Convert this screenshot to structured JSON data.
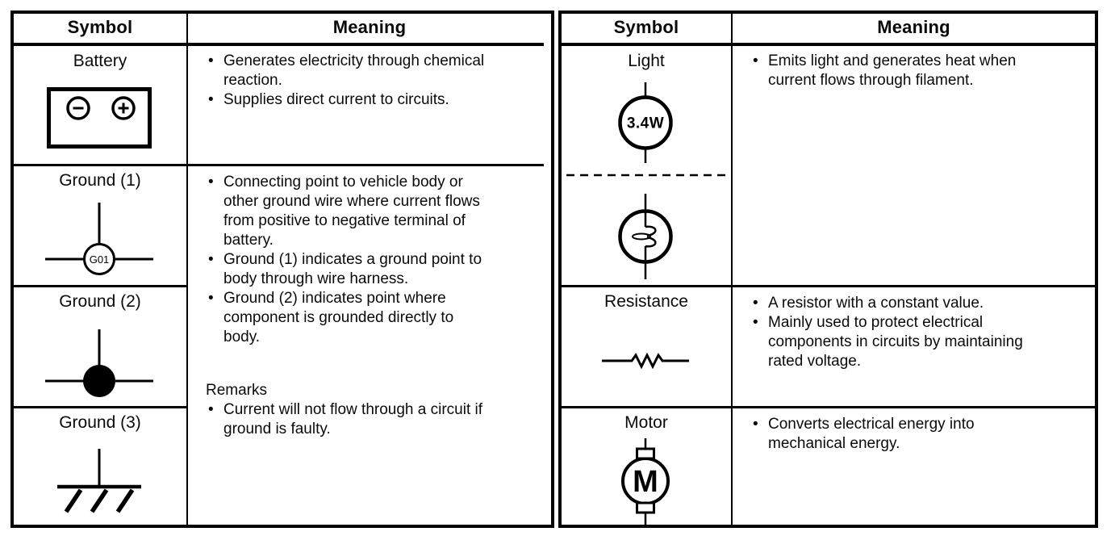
{
  "colors": {
    "line": "#000000",
    "text": "#0a0a0a",
    "background": "#ffffff"
  },
  "left_table": {
    "header": {
      "symbol": "Symbol",
      "meaning": "Meaning"
    },
    "rows": {
      "battery": {
        "label": "Battery",
        "meaning_bullets": [
          "Generates electricity through chemical reaction.",
          "Supplies direct current to circuits."
        ]
      },
      "ground1": {
        "label": "Ground (1)",
        "ground_tag": "G01"
      },
      "ground2": {
        "label": "Ground (2)"
      },
      "ground3": {
        "label": "Ground (3)"
      }
    },
    "ground_meaning": {
      "bullets": [
        "Connecting point to vehicle body or other ground wire where current flows from positive to negative terminal of battery.",
        "Ground (1) indicates a ground point to body through wire harness.",
        "Ground (2) indicates point where component is grounded directly to body."
      ],
      "remarks_title": "Remarks",
      "remarks_bullets": [
        "Current will not flow through a circuit if ground is faulty."
      ]
    }
  },
  "right_table": {
    "header": {
      "symbol": "Symbol",
      "meaning": "Meaning"
    },
    "rows": {
      "light": {
        "label": "Light",
        "wattage": "3.4W",
        "meaning_bullets": [
          "Emits light and generates heat when current flows through filament."
        ]
      },
      "resistance": {
        "label": "Resistance",
        "meaning_bullets": [
          "A resistor with a constant value.",
          "Mainly used to protect electrical components in circuits by maintaining rated voltage."
        ]
      },
      "motor": {
        "label": "Motor",
        "motor_letter": "M",
        "meaning_bullets": [
          "Converts electrical energy into mechanical energy."
        ]
      }
    }
  }
}
